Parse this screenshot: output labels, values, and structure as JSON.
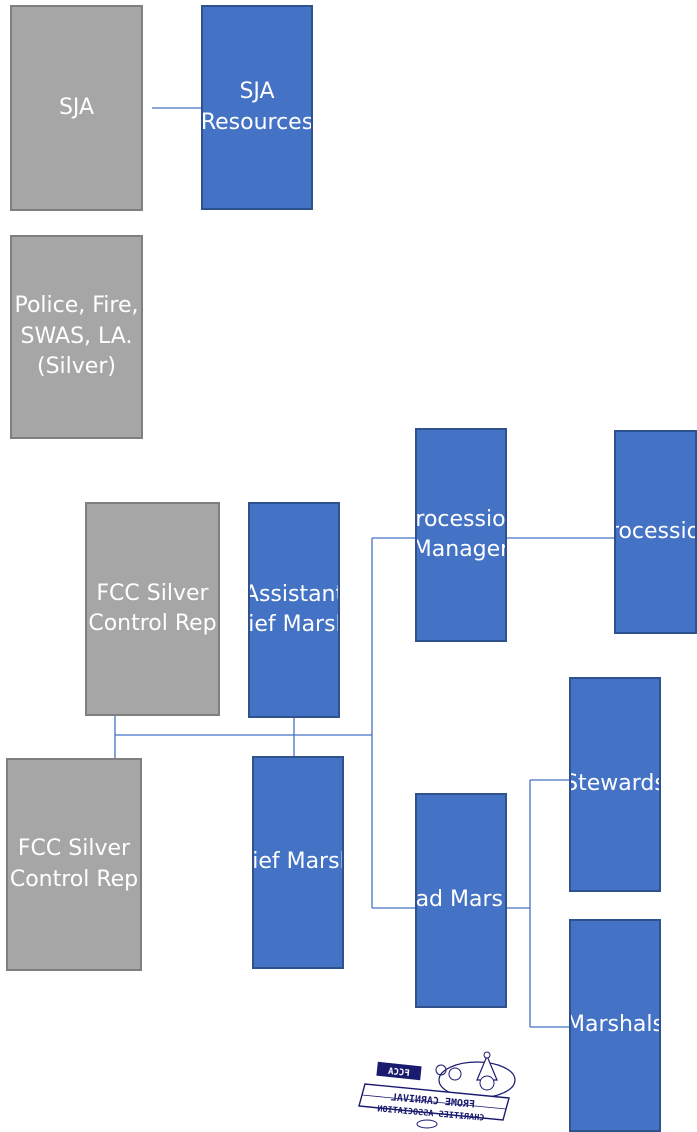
{
  "diagram": {
    "nodes": {
      "sja": "SJA",
      "sja_resources": "SJA\nResources",
      "police_fire": "Police, Fire,\nSWAS, LA.\n(Silver)",
      "fcc_silver_rep_1": "FCC Silver\nControl Rep",
      "fcc_silver_rep_2": "FCC Silver\nControl Rep",
      "assistant_chief_marshal": "Assistant\nChief Marshal",
      "chief_marshal": "Chief Marshal",
      "procession_manager": "Procession\nManager",
      "procession": "Procession",
      "head_marshal": "Head Marshal",
      "stewards": "Stewards",
      "marshals": "Marshals"
    }
  },
  "logo": {
    "badge": "FCCA",
    "line1": "FROME CARNIVAL",
    "line2": "CHARITIES ASSOCIATION"
  },
  "colors": {
    "grey_fill": "#a6a6a6",
    "grey_border": "#7f7f7f",
    "blue_fill": "#4472c4",
    "blue_border": "#2f528f",
    "connector": "#4472c4"
  }
}
